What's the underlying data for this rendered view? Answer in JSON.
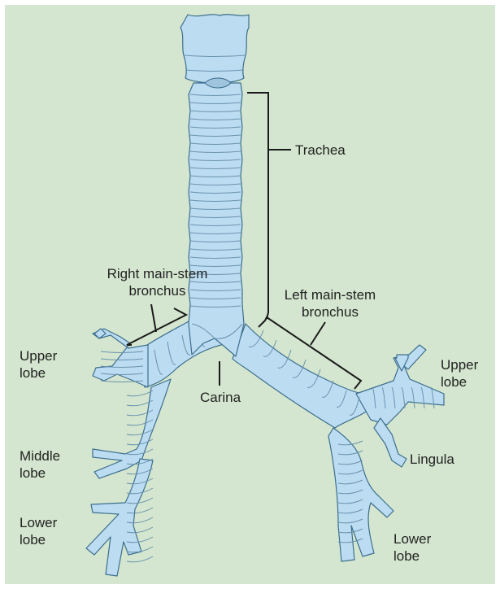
{
  "colors": {
    "background": "#d4e6cf",
    "airway_fill": "#bcdcf2",
    "airway_outline": "#3d6f8e",
    "ring_line": "#6a93ad",
    "leader_line": "#1a1a1a",
    "label_text": "#222222"
  },
  "labels": {
    "trachea": "Trachea",
    "right_main_stem_bronchus": [
      "Right main-stem",
      "bronchus"
    ],
    "left_main_stem_bronchus": [
      "Left main-stem",
      "bronchus"
    ],
    "carina": "Carina",
    "right_upper_lobe": [
      "Upper",
      "lobe"
    ],
    "right_middle_lobe": [
      "Middle",
      "lobe"
    ],
    "right_lower_lobe": [
      "Lower",
      "lobe"
    ],
    "left_upper_lobe": [
      "Upper",
      "lobe"
    ],
    "lingula": "Lingula",
    "left_lower_lobe": [
      "Lower",
      "lobe"
    ]
  }
}
